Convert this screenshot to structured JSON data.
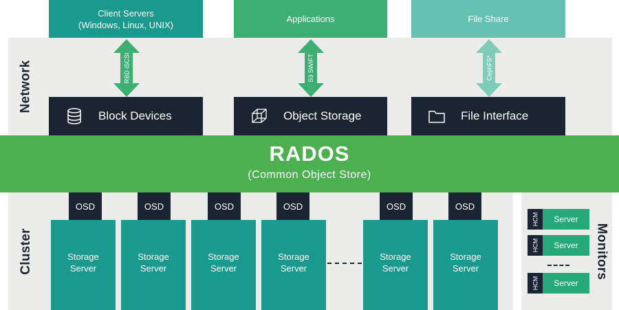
{
  "top_boxes": [
    {
      "line1": "Client Servers",
      "line2": "(Windows, Linux, UNIX)",
      "color": "#1a9a8c"
    },
    {
      "line1": "Applications",
      "color": "#3daf73"
    },
    {
      "line1": "File Share",
      "color": "#66c2b0"
    }
  ],
  "arrows": [
    {
      "label": "RBD iSCSI",
      "color": "#3daf73"
    },
    {
      "label": "S3 SWIFT",
      "color": "#3daf73"
    },
    {
      "label": "CephFS*",
      "color": "#7fcdb9"
    }
  ],
  "section_labels": {
    "network": "Network",
    "cluster": "Cluster",
    "monitors": "Monitors"
  },
  "interfaces": [
    {
      "label": "Block Devices",
      "icon": "database-icon"
    },
    {
      "label": "Object Storage",
      "icon": "cube-icon"
    },
    {
      "label": "File Interface",
      "icon": "folder-icon"
    }
  ],
  "rados": {
    "title": "RADOS",
    "subtitle": "(Common Object Store)",
    "color": "#4caf50"
  },
  "osd_label": "OSD",
  "storage_servers": [
    {
      "osd": "OSD",
      "line1": "Storage",
      "line2": "Server"
    },
    {
      "osd": "OSD",
      "line1": "Storage",
      "line2": "Server"
    },
    {
      "osd": "OSD",
      "line1": "Storage",
      "line2": "Server"
    },
    {
      "osd": "OSD",
      "line1": "Storage",
      "line2": "Server"
    },
    {
      "osd": "OSD",
      "line1": "Storage",
      "line2": "Server"
    },
    {
      "osd": "OSD",
      "line1": "Storage",
      "line2": "Server"
    }
  ],
  "monitors": [
    {
      "tag": "HCM",
      "label": "Server"
    },
    {
      "tag": "HCM",
      "label": "Server"
    },
    {
      "tag": "HCM",
      "label": "Server"
    }
  ],
  "colors": {
    "dark": "#1b2531",
    "teal": "#1a9a8c",
    "band": "#ececea"
  }
}
